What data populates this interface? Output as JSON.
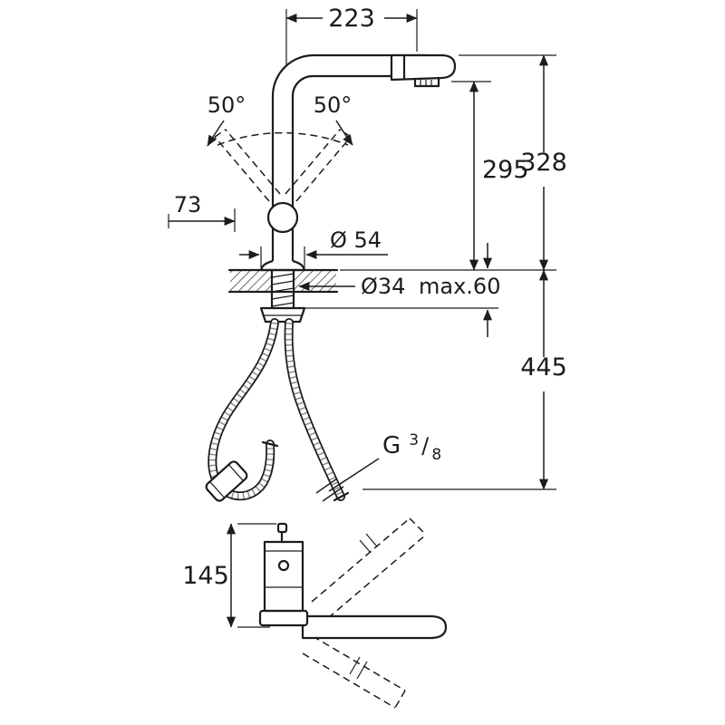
{
  "page": {
    "background": "#ffffff",
    "line_color": "#1c1c1c"
  },
  "labels": {
    "spout_reach": "223",
    "swivel_left": "50°",
    "swivel_right": "50°",
    "handle_reach": "73",
    "height_outlet": "295",
    "height_total": "328",
    "base_dia": "Ø 54",
    "hole_dia": "Ø34",
    "deck_max": "max.60",
    "height_below": "445",
    "thread_g": "G",
    "thread_num": "3",
    "thread_slash": "/",
    "thread_den": "8",
    "side_height": "145"
  }
}
